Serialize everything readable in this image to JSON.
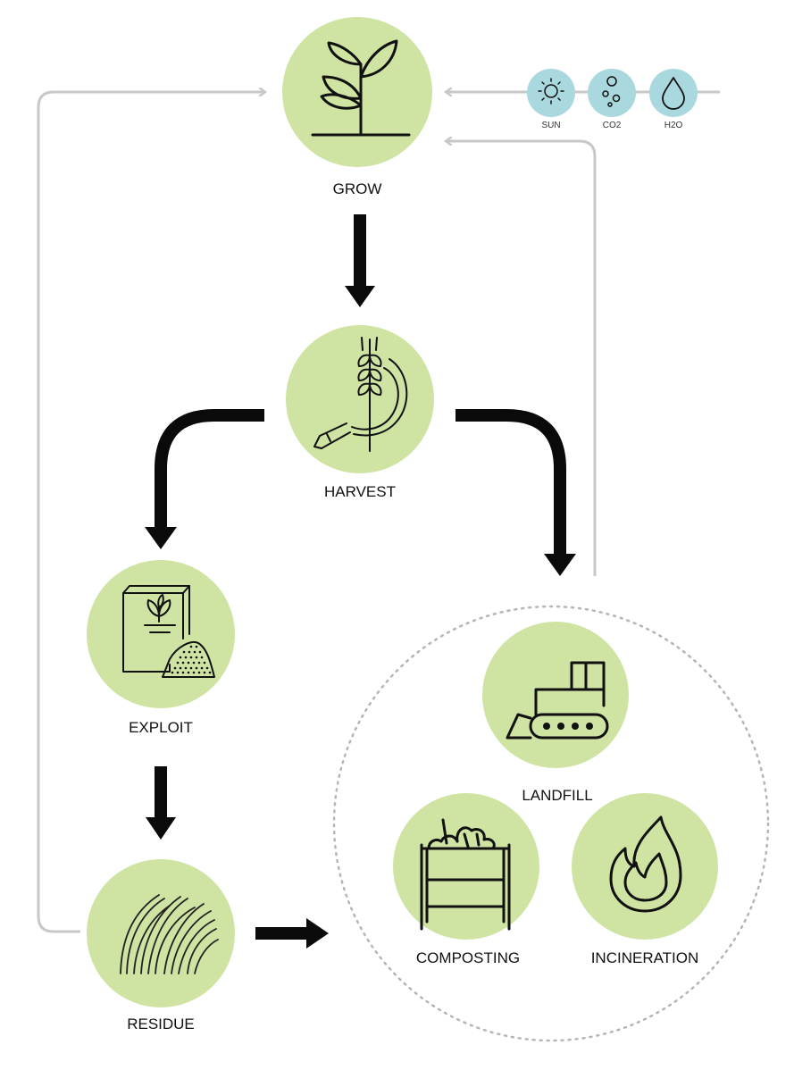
{
  "colors": {
    "node_fill": "#cfe3a2",
    "input_fill": "#a9d8df",
    "main_arrow": "#0a0a0a",
    "loop_line": "#c8c8c8",
    "dotted_circle": "#b5b5b5"
  },
  "stages": {
    "grow": {
      "label": "GROW",
      "icon": "plant-icon"
    },
    "harvest": {
      "label": "HARVEST",
      "icon": "sickle-wheat-icon"
    },
    "exploit": {
      "label": "EXPLOIT",
      "icon": "product-box-icon"
    },
    "residue": {
      "label": "RESIDUE",
      "icon": "grass-stalks-icon"
    }
  },
  "inputs": [
    {
      "label": "SUN",
      "icon": "sun-icon"
    },
    {
      "label": "CO2",
      "icon": "bubbles-icon"
    },
    {
      "label": "H2O",
      "icon": "water-drop-icon"
    }
  ],
  "disposal": {
    "landfill": {
      "label": "LANDFILL",
      "icon": "bulldozer-icon"
    },
    "composting": {
      "label": "COMPOSTING",
      "icon": "compost-bin-icon"
    },
    "incineration": {
      "label": "INCINERATION",
      "icon": "flame-icon"
    }
  }
}
